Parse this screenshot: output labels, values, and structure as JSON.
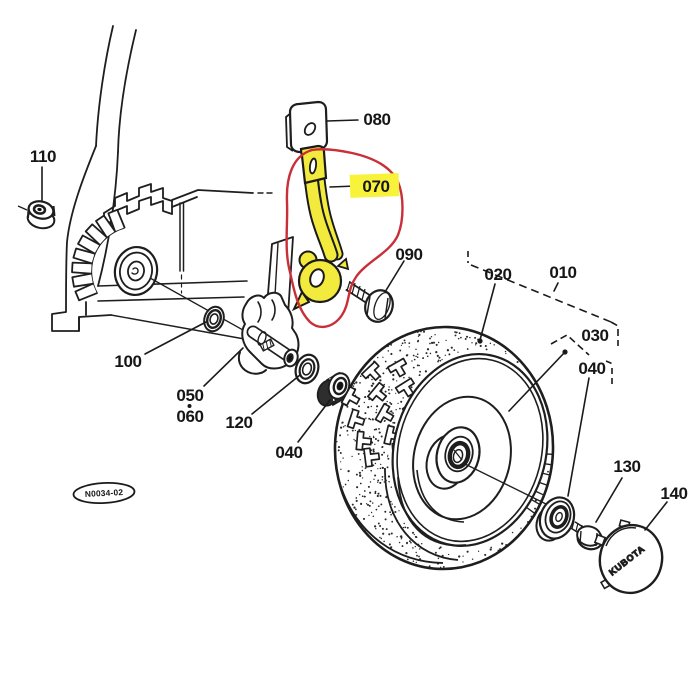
{
  "drawing": {
    "code": "N0034-02",
    "brand_on_cap": "KUBOTA",
    "highlighted_part": "070",
    "colors": {
      "highlight_fill": "#f2ea3c",
      "label_highlight": "#f8f23a",
      "selection_circle": "#c92f38",
      "line": "#1e1e1e"
    }
  },
  "part_labels": {
    "p110": "110",
    "p080": "080",
    "p070": "070",
    "p090": "090",
    "p100": "100",
    "p050": "050",
    "p060": "060",
    "p120": "120",
    "p040_left": "040",
    "p020": "020",
    "p010": "010",
    "p030": "030",
    "p040_right": "040",
    "p130": "130",
    "p140": "140"
  }
}
